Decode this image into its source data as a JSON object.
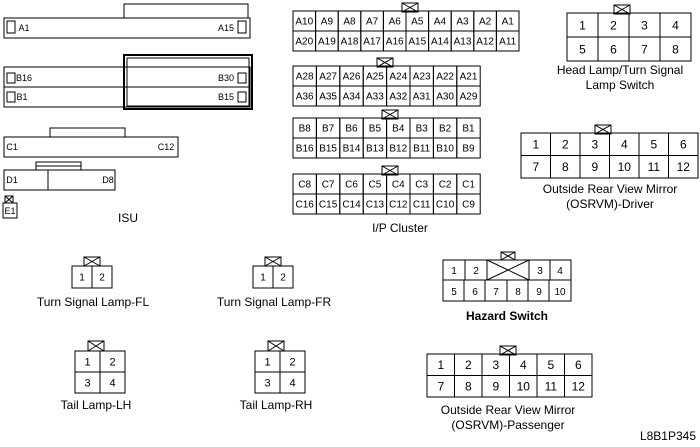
{
  "isu": {
    "caption": "ISU",
    "row_a": {
      "first": "A1",
      "last": "A15"
    },
    "row_b": {
      "first_left": "B16",
      "last_left": "B1",
      "first_right": "B30",
      "last_right": "B15"
    },
    "row_c": {
      "first": "C1",
      "last": "C12"
    },
    "row_d": {
      "first": "D1",
      "last": "D8"
    },
    "row_e": {
      "first": "E1"
    }
  },
  "ip_cluster": {
    "caption": "I/P Cluster",
    "a_top": [
      "A10",
      "A9",
      "A8",
      "A7",
      "A6",
      "A5",
      "A4",
      "A3",
      "A2",
      "A1"
    ],
    "a_bottom": [
      "A20",
      "A19",
      "A18",
      "A17",
      "A16",
      "A15",
      "A14",
      "A13",
      "A12",
      "A11"
    ],
    "a2_top": [
      "A28",
      "A27",
      "A26",
      "A25",
      "A24",
      "A23",
      "A22",
      "A21"
    ],
    "a2_bottom": [
      "A36",
      "A35",
      "A34",
      "A33",
      "A32",
      "A31",
      "A30",
      "A29"
    ],
    "b_top": [
      "B8",
      "B7",
      "B6",
      "B5",
      "B4",
      "B3",
      "B2",
      "B1"
    ],
    "b_bottom": [
      "B16",
      "B15",
      "B14",
      "B13",
      "B12",
      "B11",
      "B10",
      "B9"
    ],
    "c_top": [
      "C8",
      "C7",
      "C6",
      "C5",
      "C4",
      "C3",
      "C2",
      "C1"
    ],
    "c_bottom": [
      "C16",
      "C15",
      "C14",
      "C13",
      "C12",
      "C11",
      "C10",
      "C9"
    ]
  },
  "head_lamp": {
    "caption_line1": "Head Lamp/Turn Signal",
    "caption_line2": "Lamp Switch",
    "top": [
      "1",
      "2",
      "3",
      "4"
    ],
    "bottom": [
      "5",
      "6",
      "7",
      "8"
    ]
  },
  "osrvm_driver": {
    "caption_line1": "Outside Rear View Mirror",
    "caption_line2": "(OSRVM)-Driver",
    "top": [
      "1",
      "2",
      "3",
      "4",
      "5",
      "6"
    ],
    "bottom": [
      "7",
      "8",
      "9",
      "10",
      "11",
      "12"
    ]
  },
  "turn_fl": {
    "caption": "Turn Signal Lamp-FL",
    "pins": [
      "1",
      "2"
    ]
  },
  "turn_fr": {
    "caption": "Turn Signal Lamp-FR",
    "pins": [
      "1",
      "2"
    ]
  },
  "hazard": {
    "caption": "Hazard Switch",
    "top_left": [
      "1",
      "2"
    ],
    "top_right": [
      "3",
      "4"
    ],
    "bottom": [
      "5",
      "6",
      "7",
      "8",
      "9",
      "10"
    ]
  },
  "tail_lh": {
    "caption": "Tail Lamp-LH",
    "top": [
      "1",
      "2"
    ],
    "bottom": [
      "3",
      "4"
    ]
  },
  "tail_rh": {
    "caption": "Tail Lamp-RH",
    "top": [
      "1",
      "2"
    ],
    "bottom": [
      "3",
      "4"
    ]
  },
  "osrvm_passenger": {
    "caption_line1": "Outside Rear View Mirror",
    "caption_line2": "(OSRVM)-Passenger",
    "top": [
      "1",
      "2",
      "3",
      "4",
      "5",
      "6"
    ],
    "bottom": [
      "7",
      "8",
      "9",
      "10",
      "11",
      "12"
    ]
  },
  "figure_code": "L8B1P345"
}
